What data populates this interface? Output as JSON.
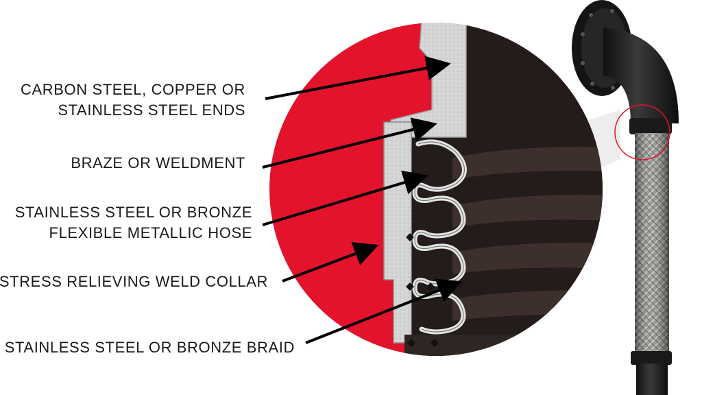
{
  "labels": {
    "ends": {
      "line1": "CARBON STEEL, COPPER OR",
      "line2": "STAINLESS STEEL ENDS"
    },
    "braze": "BRAZE OR WELDMENT",
    "hose": {
      "line1": "STAINLESS STEEL OR BRONZE",
      "line2": "FLEXIBLE METALLIC HOSE"
    },
    "collar": "STRESS RELIEVING WELD COLLAR",
    "braid": "STAINLESS STEEL OR BRONZE BRAID"
  },
  "colors": {
    "accent_red": "#e3132c",
    "dark_section": "#241c1a",
    "pipe_black": "#1c1c1c",
    "steel_light": "#dcdcdc",
    "braid_gray": "#9a9a94"
  }
}
